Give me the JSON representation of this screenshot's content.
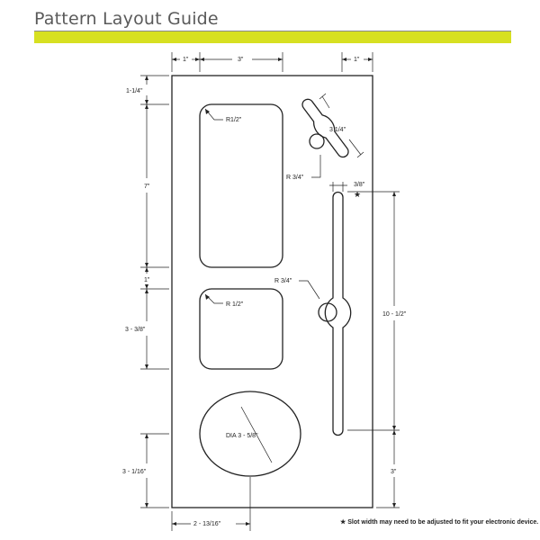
{
  "header": {
    "title": "Pattern Layout Guide"
  },
  "colors": {
    "accent_bar": "#d7e021",
    "line": "#222222"
  },
  "dims": {
    "top_left_1": "1\"",
    "top_3": "3\"",
    "top_right_1": "1\"",
    "left_1_1_4": "1-1/4\"",
    "left_7": "7\"",
    "left_1": "1\"",
    "left_3_3_8": "3 - 3/8\"",
    "left_3_1_16": "3 - 1/16\"",
    "bottom_2_13_16": "2 - 13/16\"",
    "right_10_1_2": "10 - 1/2\"",
    "right_3": "3\"",
    "r1_2_top": "R1/2\"",
    "r1_2_mid": "R 1/2\"",
    "dia": "DIA 3 - 5/8\"",
    "r3_4_top": "R 3/4\"",
    "r3_4_mid": "R 3/4\"",
    "slot_3_1_4": "3 1/4\"",
    "slot_3_8": "3/8\""
  },
  "footnote": {
    "star": "★",
    "text": "Slot width may need to be adjusted to fit your electronic device."
  }
}
